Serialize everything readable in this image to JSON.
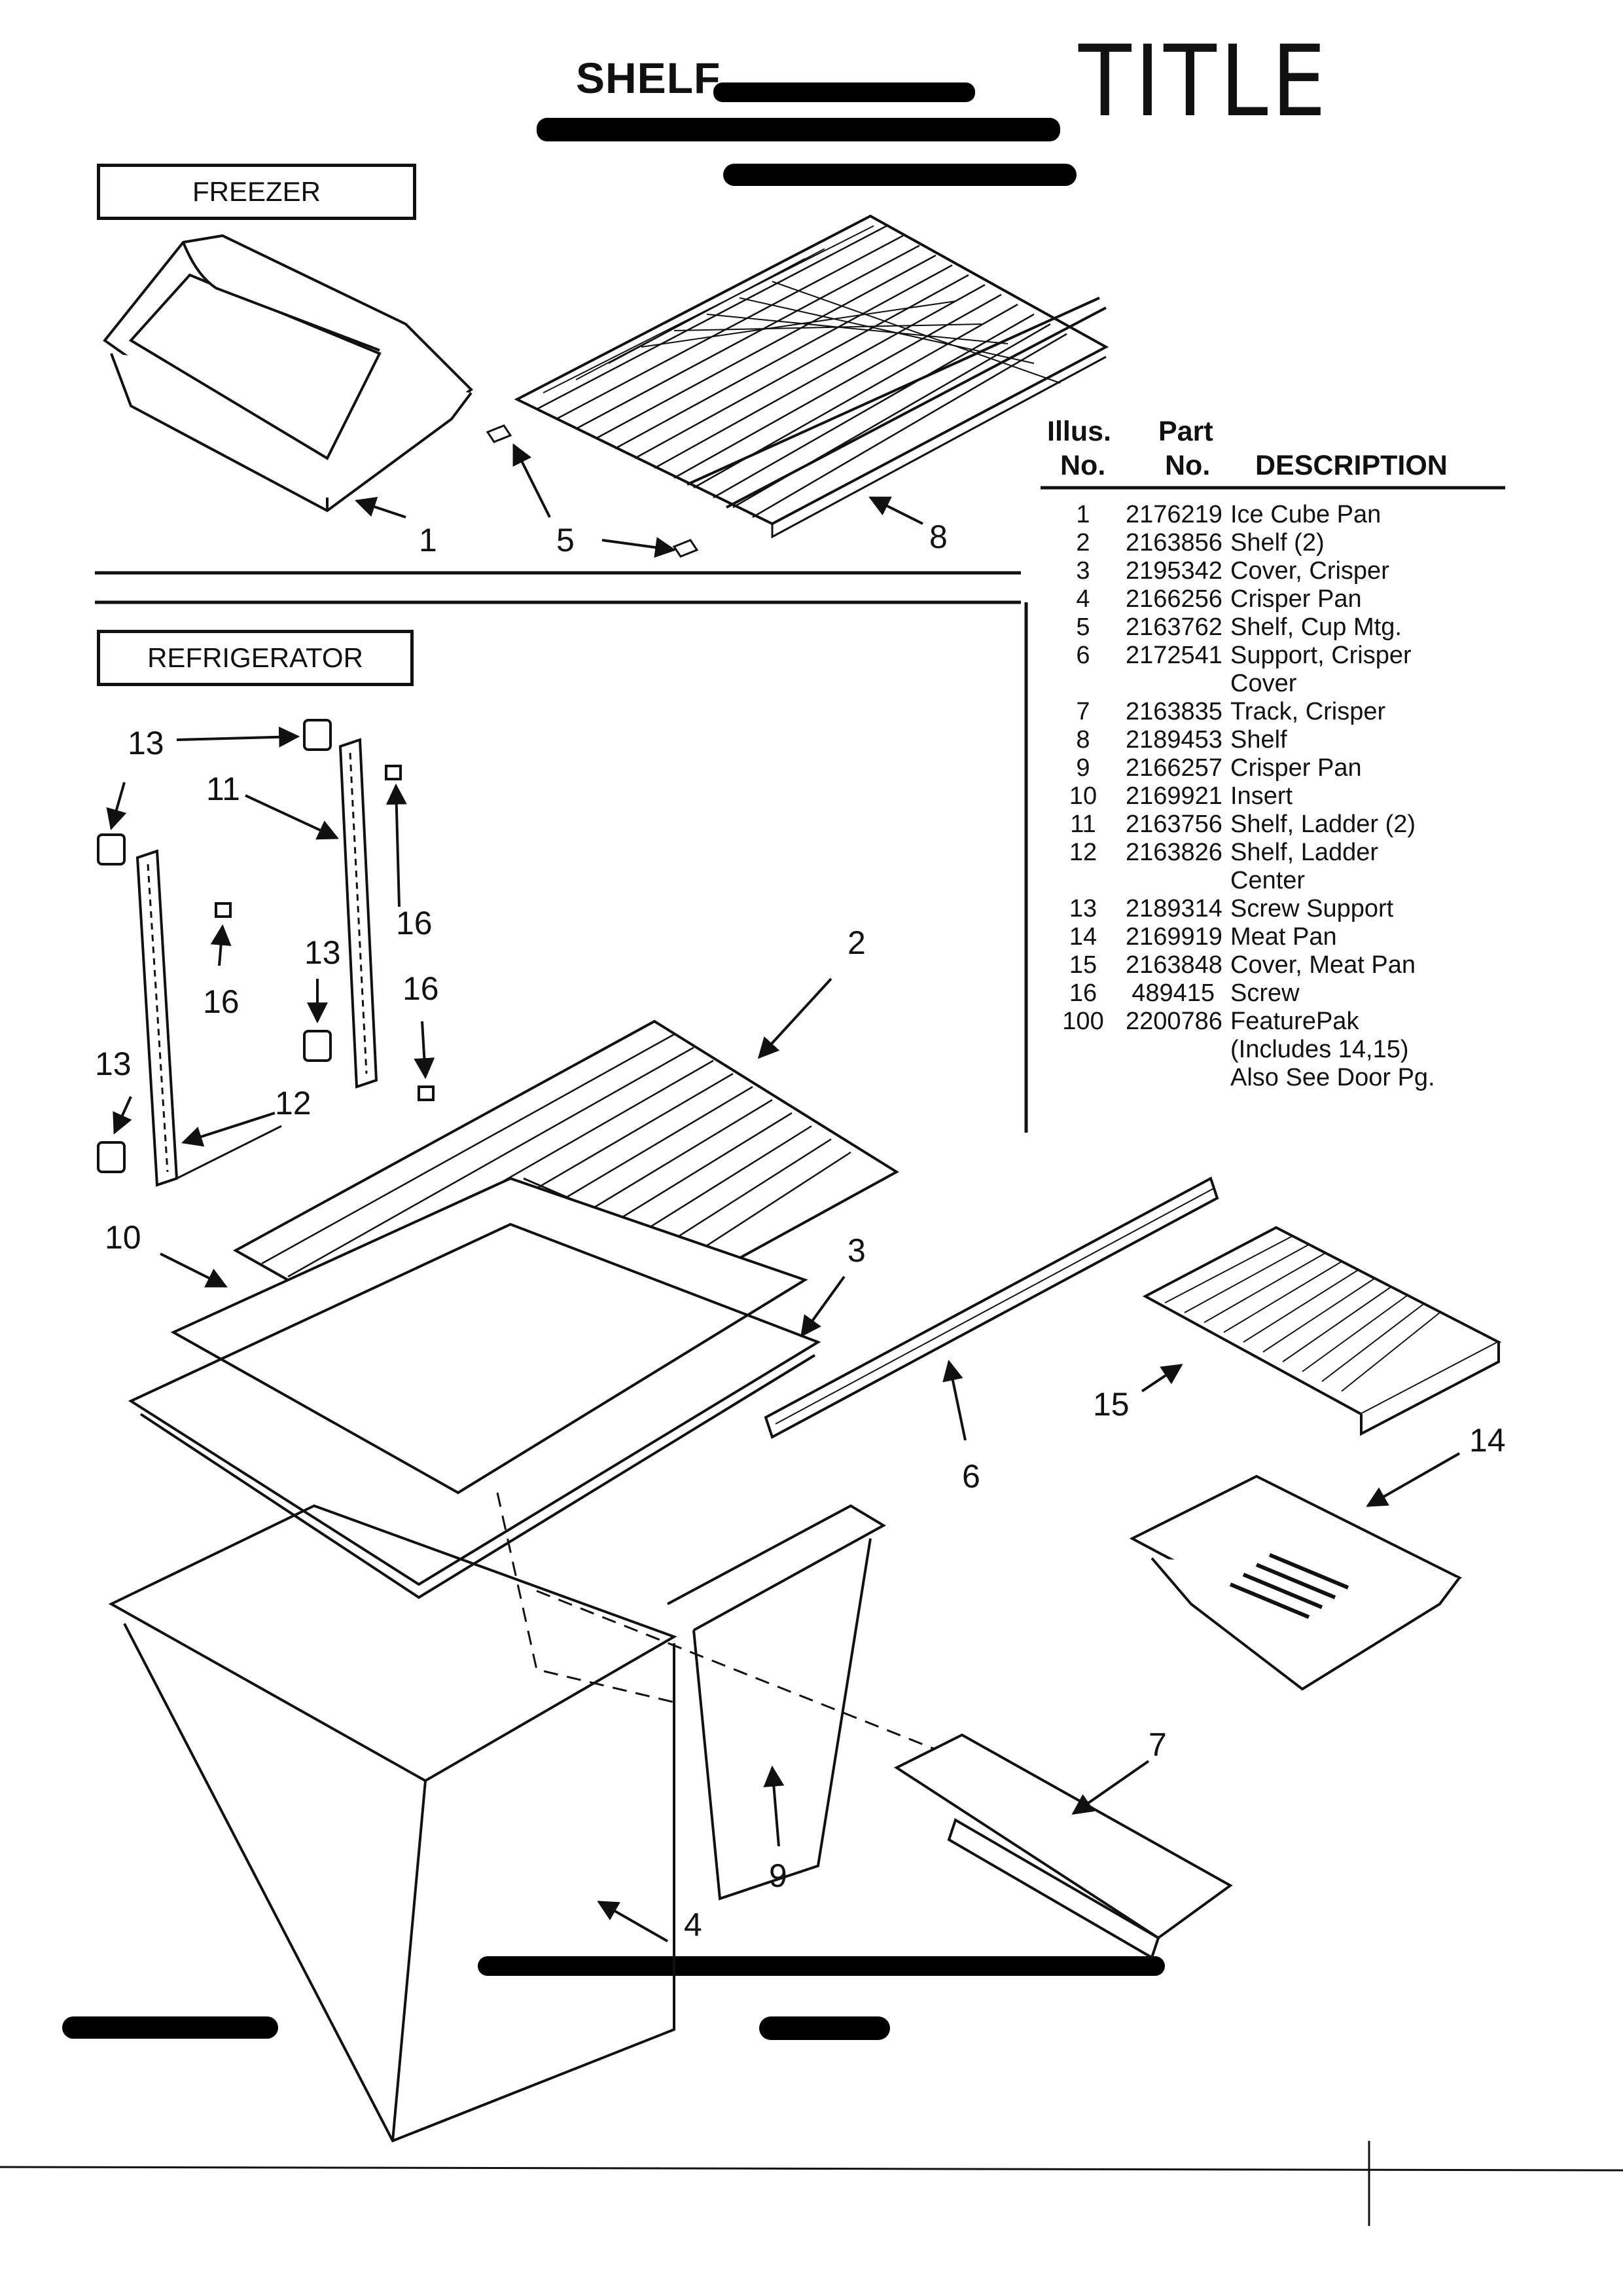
{
  "header": {
    "title": "SHELF",
    "handwritten_title": "TITLE"
  },
  "sections": {
    "freezer_label": "FREEZER",
    "refrigerator_label": "REFRIGERATOR"
  },
  "table": {
    "col_illus_line1": "Illus.",
    "col_illus_line2": "No.",
    "col_part_line1": "Part",
    "col_part_line2": "No.",
    "col_desc": "DESCRIPTION",
    "rows": [
      {
        "illus": "1",
        "part": "2176219",
        "desc": "Ice Cube Pan"
      },
      {
        "illus": "2",
        "part": "2163856",
        "desc": "Shelf (2)"
      },
      {
        "illus": "3",
        "part": "2195342",
        "desc": "Cover, Crisper"
      },
      {
        "illus": "4",
        "part": "2166256",
        "desc": "Crisper Pan"
      },
      {
        "illus": "5",
        "part": "2163762",
        "desc": "Shelf, Cup Mtg."
      },
      {
        "illus": "6",
        "part": "2172541",
        "desc": "Support, Crisper\nCover"
      },
      {
        "illus": "7",
        "part": "2163835",
        "desc": "Track, Crisper"
      },
      {
        "illus": "8",
        "part": "2189453",
        "desc": "Shelf"
      },
      {
        "illus": "9",
        "part": "2166257",
        "desc": "Crisper Pan"
      },
      {
        "illus": "10",
        "part": "2169921",
        "desc": "Insert"
      },
      {
        "illus": "11",
        "part": "2163756",
        "desc": "Shelf, Ladder (2)"
      },
      {
        "illus": "12",
        "part": "2163826",
        "desc": "Shelf, Ladder\nCenter"
      },
      {
        "illus": "13",
        "part": "2189314",
        "desc": "Screw Support"
      },
      {
        "illus": "14",
        "part": "2169919",
        "desc": "Meat Pan"
      },
      {
        "illus": "15",
        "part": "2163848",
        "desc": "Cover, Meat Pan"
      },
      {
        "illus": "16",
        "part": "489415",
        "desc": "Screw"
      },
      {
        "illus": "100",
        "part": "2200786",
        "desc": "FeaturePak\n(Includes 14,15)\nAlso See Door Pg."
      }
    ]
  },
  "callouts": {
    "c1": "1",
    "c2": "2",
    "c3": "3",
    "c4": "4",
    "c5": "5",
    "c6": "6",
    "c7": "7",
    "c8": "8",
    "c9": "9",
    "c10": "10",
    "c11": "11",
    "c12": "12",
    "c13": "13",
    "c14": "14",
    "c15": "15",
    "c16": "16"
  }
}
